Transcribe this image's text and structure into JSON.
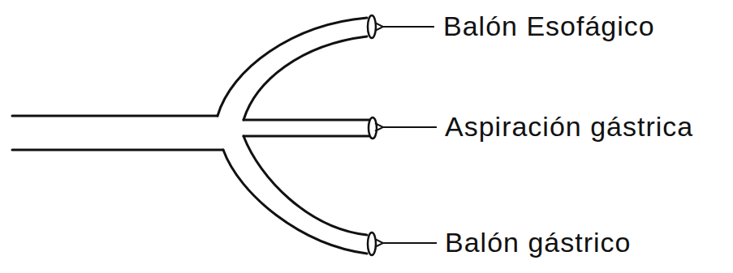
{
  "diagram": {
    "labels": [
      "Balón Esofágico",
      "Aspiración gástrica",
      "Balón gástrico"
    ]
  }
}
